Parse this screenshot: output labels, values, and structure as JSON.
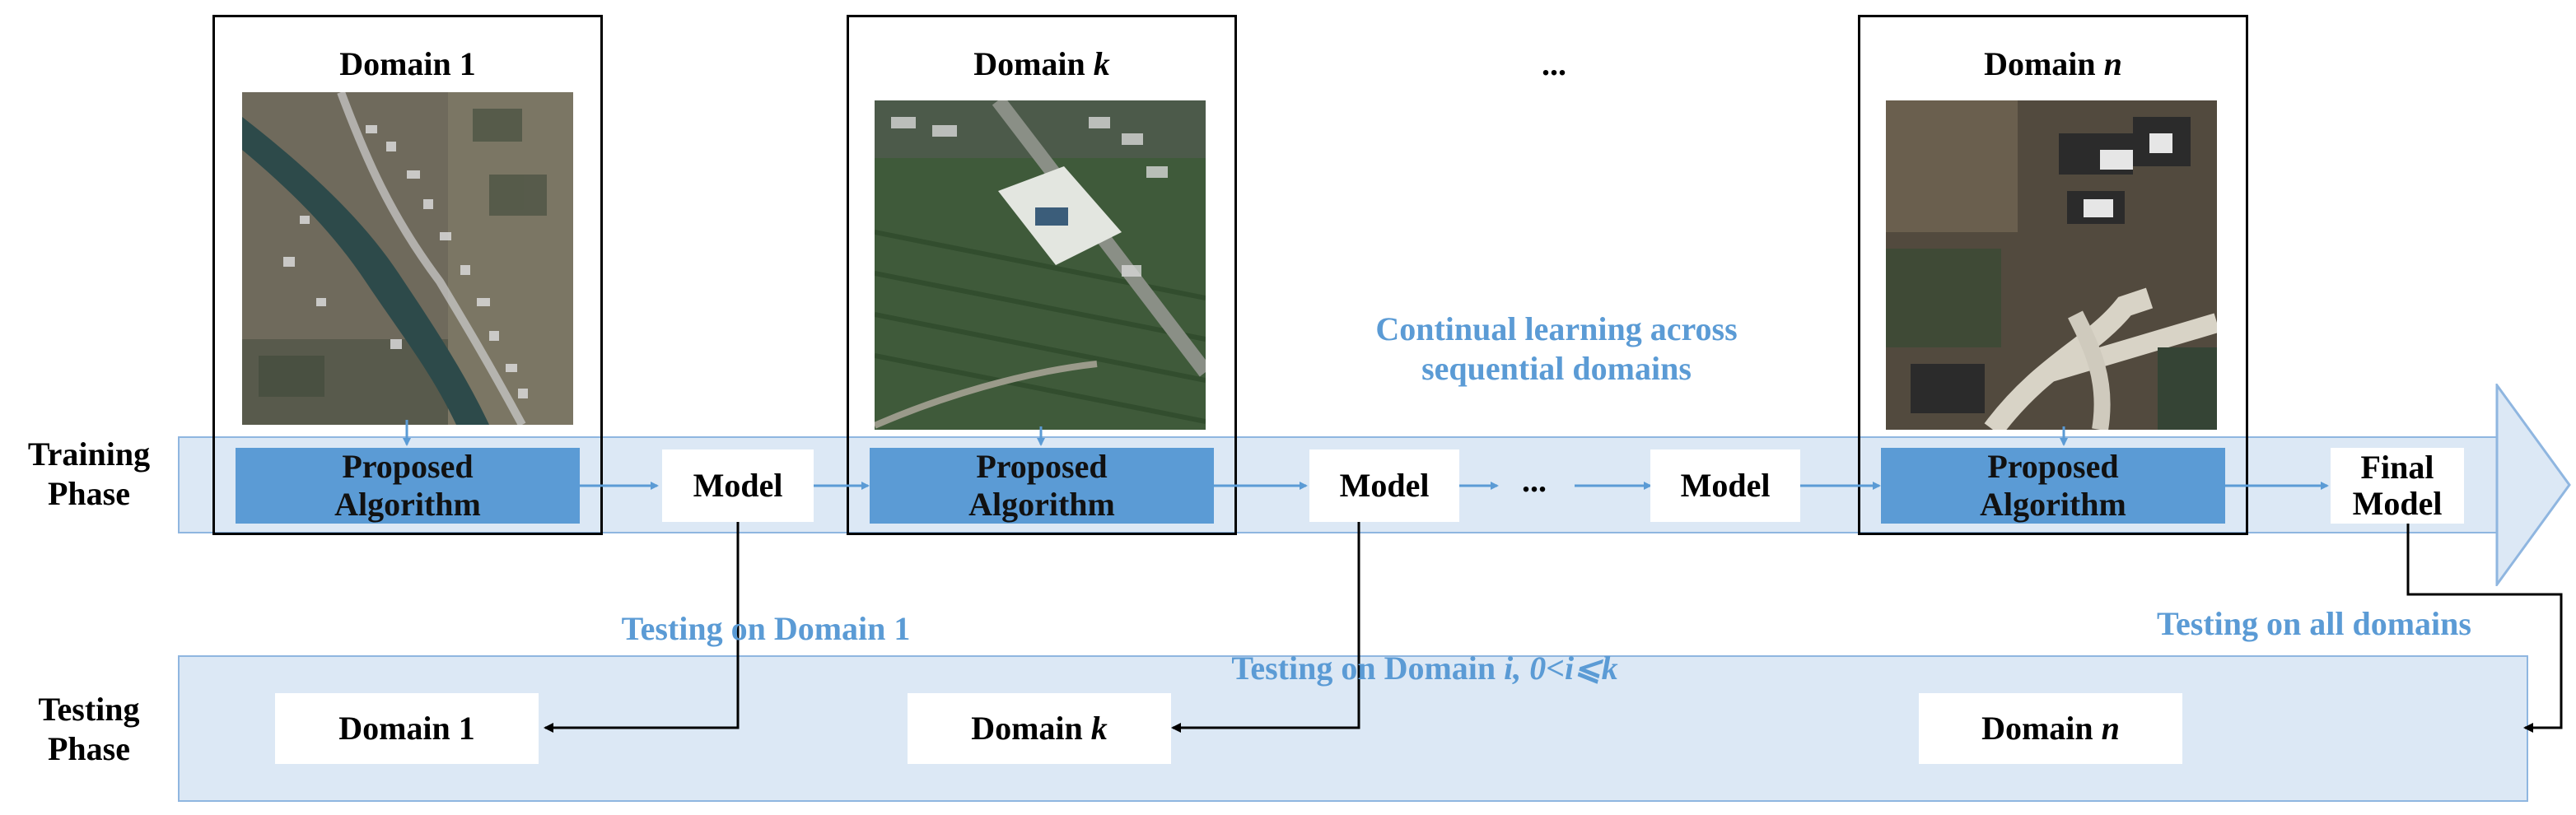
{
  "phases": {
    "training": "Training\nPhase",
    "testing": "Testing\nPhase"
  },
  "domains": [
    {
      "title_prefix": "Domain ",
      "title_var": "1"
    },
    {
      "title_prefix": "Domain ",
      "title_var": "k"
    },
    {
      "title_prefix": "Domain ",
      "title_var": "n"
    }
  ],
  "top_dots": "...",
  "algorithm_label": "Proposed\nAlgorithm",
  "model_label": "Model",
  "mid_dots": "...",
  "final_model_label": "Final\nModel",
  "continual_label": "Continual learning across\nsequential domains",
  "testing_labels": {
    "domain1": "Testing on Domain 1",
    "domaini_prefix": "Testing on Domain ",
    "domaini_var": "i, 0<i⩽k",
    "all": "Testing on all domains"
  },
  "test_domains": [
    {
      "prefix": "Domain ",
      "var": "1"
    },
    {
      "prefix": "Domain ",
      "var": "k"
    },
    {
      "prefix": "Domain ",
      "var": "n"
    }
  ],
  "colors": {
    "accent_blue": "#5b9bd5",
    "band_fill": "#dce8f5",
    "band_border": "#8fb6e0"
  }
}
